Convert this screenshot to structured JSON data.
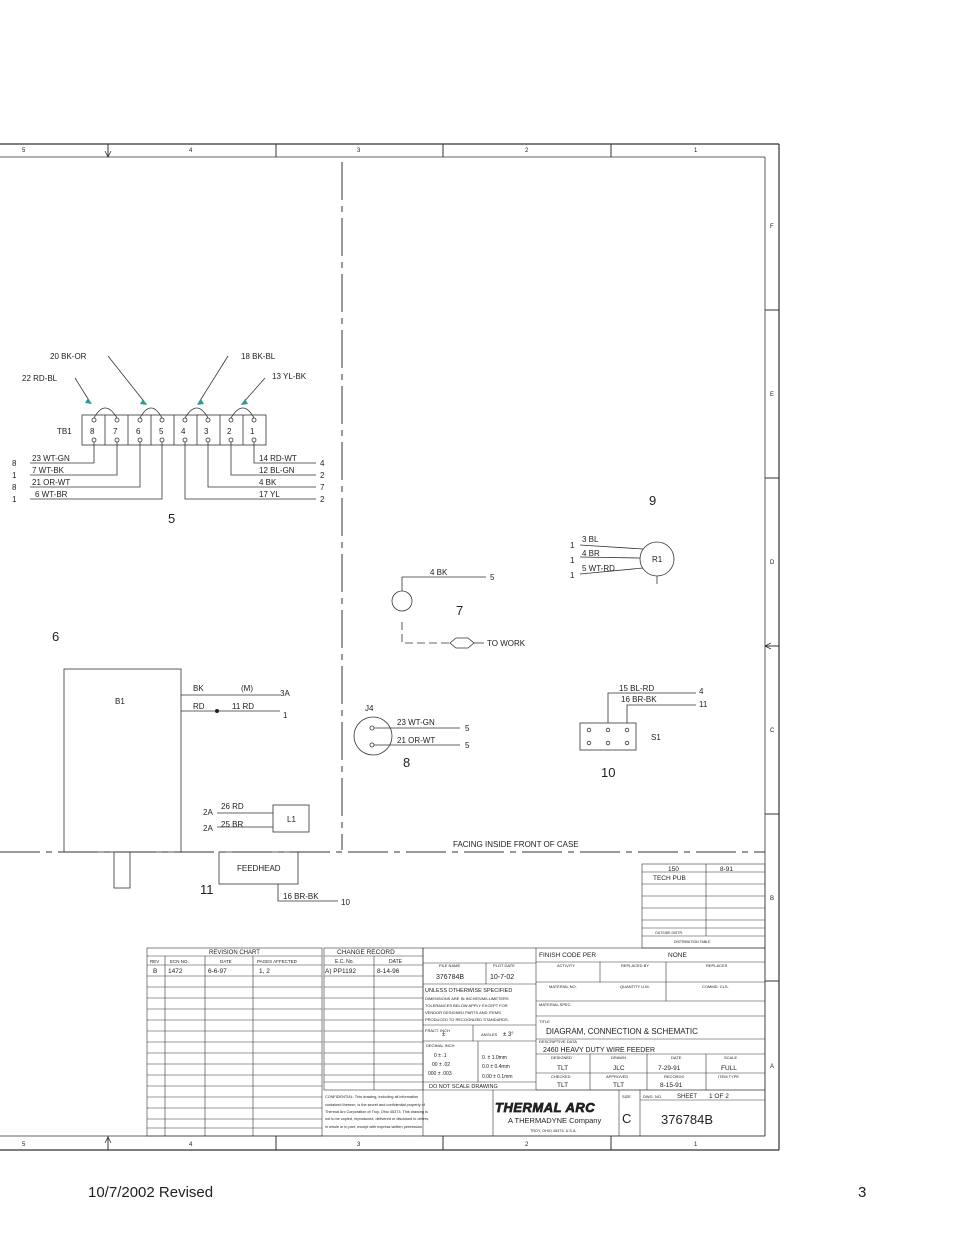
{
  "border": {
    "top_cols": [
      "5",
      "4",
      "3",
      "2",
      "1"
    ],
    "bottom_cols": [
      "5",
      "4",
      "3",
      "2",
      "1"
    ],
    "rows": [
      "F",
      "E",
      "D",
      "C",
      "B",
      "A"
    ]
  },
  "tb1": {
    "label": "TB1",
    "terminals": [
      "8",
      "7",
      "6",
      "5",
      "4",
      "3",
      "2",
      "1"
    ],
    "top_wires": [
      "20 BK-OR",
      "18 BK-BL",
      "22 RD-BL",
      "13 YL-BK"
    ],
    "left_wires": [
      {
        "num": "8",
        "label": "23 WT-GN"
      },
      {
        "num": "1",
        "label": "7 WT-BK"
      },
      {
        "num": "8",
        "label": "21 OR-WT"
      },
      {
        "num": "1",
        "label": "6 WT-BR"
      }
    ],
    "right_wires": [
      {
        "num": "4",
        "label": "14 RD-WT"
      },
      {
        "num": "2",
        "label": "12 BL-GN"
      },
      {
        "num": "7",
        "label": "4 BK"
      },
      {
        "num": "2",
        "label": "17 YL"
      }
    ]
  },
  "callouts": {
    "c5": "5",
    "c6": "6",
    "c7": "7",
    "c8": "8",
    "c9": "9",
    "c10": "10",
    "c11": "11"
  },
  "r1": {
    "label": "R1",
    "wires": [
      {
        "num": "1",
        "label": "3 BL"
      },
      {
        "num": "1",
        "label": "4 BR"
      },
      {
        "num": "1",
        "label": "5 WT-RD"
      }
    ]
  },
  "work": {
    "wire": "4 BK",
    "num": "5",
    "to": "TO WORK"
  },
  "b1": {
    "label": "B1",
    "bk": "BK",
    "m": "(M)",
    "n3a": "3A",
    "rd": "RD",
    "wire": "11 RD",
    "n1": "1"
  },
  "j4": {
    "label": "J4",
    "wires": [
      {
        "label": "23 WT-GN",
        "num": "5"
      },
      {
        "label": "21 OR-WT",
        "num": "5"
      }
    ]
  },
  "s1": {
    "label": "S1",
    "wires": [
      {
        "label": "15 BL-RD",
        "num": "4"
      },
      {
        "label": "16 BR-BK",
        "num": "11"
      }
    ]
  },
  "l1": {
    "label": "L1",
    "wires": [
      {
        "num": "2A",
        "label": "26 RD"
      },
      {
        "num": "2A",
        "label": "25 BR"
      }
    ]
  },
  "feedhead": {
    "label": "FEEDHEAD",
    "wire": "16 BR-BK",
    "num": "10"
  },
  "facing": "FACING INSIDE FRONT OF CASE",
  "dist": {
    "r1a": "150",
    "r1b": "8-91",
    "r2a": "TECH PUB",
    "footer": "DISTRIBUTION TABLE",
    "outside": "OUTSIDE DISTR."
  },
  "revision": {
    "title": "REVISION CHART",
    "headers": [
      "REV",
      "ECN NO.",
      "DATE",
      "PAGES AFFECTED"
    ],
    "row": [
      "B",
      "1472",
      "6-6-97",
      "1, 2"
    ]
  },
  "change": {
    "title": "CHANGE RECORD",
    "headers": [
      "E.C. No.",
      "DATE"
    ],
    "row": [
      "A) PP1192",
      "8-14-96"
    ]
  },
  "titleblock": {
    "file_name_h": "FILE NAME",
    "file_name": "376784B",
    "plot_date_h": "PLOT DATE",
    "plot_date": "10-7-02",
    "finish_h": "FINISH CODE PER",
    "finish": "NONE",
    "activity_h": "ACTIVITY",
    "replaced_by_h": "REPLACED BY",
    "replaces_h": "REPLACES",
    "unless": "UNLESS OTHERWISE SPECIFIED",
    "dims": [
      "DIMENSIONS ARE IN INCHES/MILLIMETERS",
      "TOLERANCES BELOW APPLY EXCEPT FOR",
      "VENDOR DESIGNED PARTS AND ITEMS",
      "PRODUCED TO RECOGNIZED STANDARDS."
    ],
    "material_h": "MATERIAL NO.",
    "qty_h": "QUANTITY U.M.",
    "commd_h": "COMMD. CLS.",
    "spec_h": "MATERIAL SPEC.",
    "fract_h": "FRACT. INCH",
    "fract": "±",
    "angles_h": "ANGLES",
    "angles": "± 3°",
    "decimal_h": "DECIMAL INCH",
    "dec_rows": [
      "0 ± .1",
      "00 ± .02",
      "000 ± .003"
    ],
    "mm_rows": [
      "0. ± 1.0mm",
      "0.0 ± 0.4mm",
      "0.00 ± 0.1mm"
    ],
    "dnsd": "DO NOT SCALE DRAWING",
    "title_h": "TITLE",
    "title": "DIAGRAM, CONNECTION & SCHEMATIC",
    "desc_h": "DESCRIPTIVE DATA",
    "desc": "2460 HEAVY DUTY WIRE FEEDER",
    "designed_h": "DESIGNED",
    "designed": "TLT",
    "drawn_h": "DRAWN",
    "drawn": "JLC",
    "date_h": "DATE",
    "date": "7-29-91",
    "scale_h": "SCALE",
    "scale": "FULL",
    "checked_h": "CHECKED",
    "checked": "TLT",
    "approved_h": "APPROVED",
    "approved": "TLT",
    "records_h": "RECORDS",
    "records": "8-15-91",
    "itemtype_h": "ITEM TYPE",
    "confidential": [
      "CONFIDENTIAL:    This drawing, including all information",
      "contained thereon, is the secret and confidential property of",
      "Thermal Arc Corporation of Troy, Ohio 45373. This drawing is",
      "not to be copied, reproduced, delivered or disclosed to others,",
      "in whole or in part, except with express written permission."
    ],
    "logo": "THERMAL ARC",
    "company": "A THERMADYNE  Company",
    "address": "TROY, OHIO 45373, U.S.A.",
    "size_h": "SIZE",
    "size": "C",
    "dwg_h": "DWG. NO.",
    "dwg": "376784B",
    "sheet_h": "SHEET",
    "sheet": "1 OF 2"
  },
  "footer": {
    "left": "10/7/2002 Revised",
    "right": "3"
  }
}
